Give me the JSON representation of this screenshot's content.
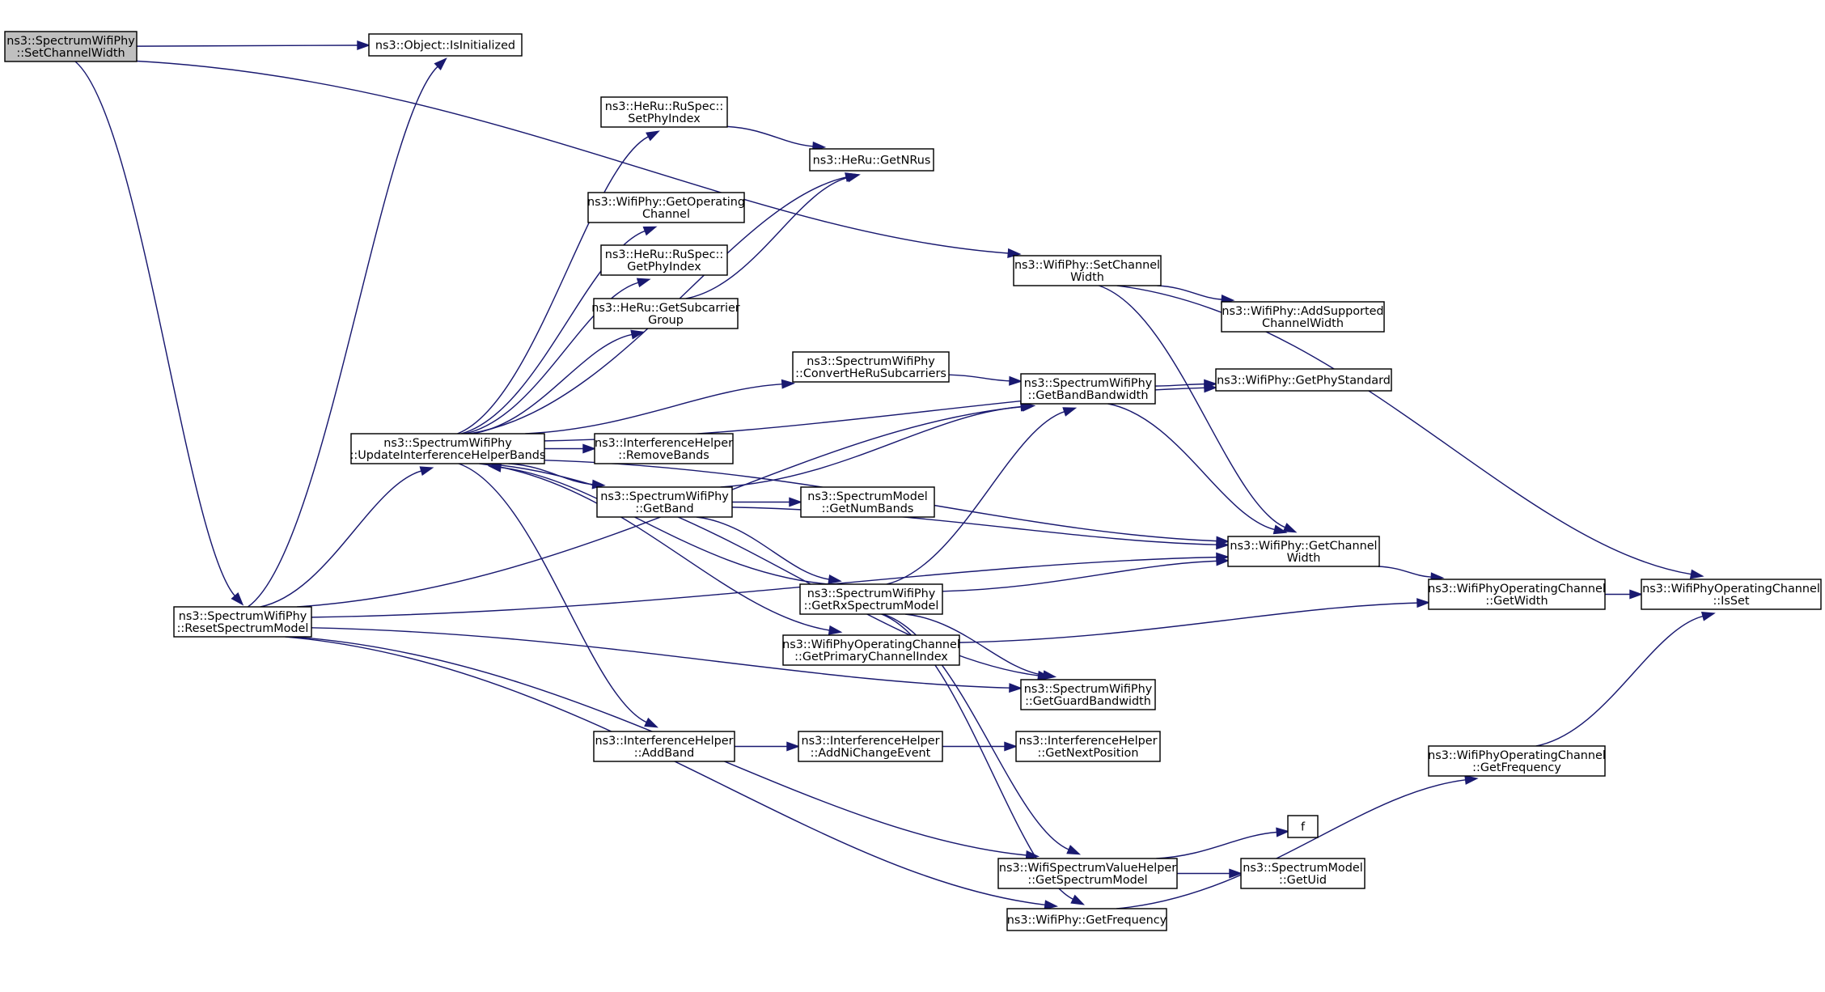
{
  "nodes": [
    {
      "id": "n0",
      "lines": [
        "ns3::SpectrumWifiPhy",
        "::SetChannelWidth"
      ],
      "root": true
    },
    {
      "id": "n1",
      "lines": [
        "ns3::Object::IsInitialized"
      ]
    },
    {
      "id": "n2",
      "lines": [
        "ns3::SpectrumWifiPhy",
        "::ResetSpectrumModel"
      ]
    },
    {
      "id": "n3",
      "lines": [
        "ns3::WifiPhy::SetChannel",
        "Width"
      ]
    },
    {
      "id": "n4",
      "lines": [
        "ns3::SpectrumWifiPhy",
        "::GetBandBandwidth"
      ]
    },
    {
      "id": "n5",
      "lines": [
        "ns3::WifiPhy::GetChannel",
        "Width"
      ]
    },
    {
      "id": "n6",
      "lines": [
        "ns3::SpectrumWifiPhy",
        "::GetGuardBandwidth"
      ]
    },
    {
      "id": "n7",
      "lines": [
        "ns3::WifiPhy::GetFrequency"
      ]
    },
    {
      "id": "n8",
      "lines": [
        "ns3::WifiSpectrumValueHelper",
        "::GetSpectrumModel"
      ]
    },
    {
      "id": "n9",
      "lines": [
        "ns3::SpectrumWifiPhy",
        "::UpdateInterferenceHelperBands"
      ]
    },
    {
      "id": "n10",
      "lines": [
        "ns3::WifiPhy::GetPhyStandard"
      ]
    },
    {
      "id": "n11",
      "lines": [
        "ns3::WifiPhyOperatingChannel",
        "::GetWidth"
      ]
    },
    {
      "id": "n12",
      "lines": [
        "ns3::WifiPhyOperatingChannel",
        "::IsSet"
      ]
    },
    {
      "id": "n13",
      "lines": [
        "ns3::WifiPhyOperatingChannel",
        "::GetFrequency"
      ]
    },
    {
      "id": "n14",
      "lines": [
        "f"
      ]
    },
    {
      "id": "n15",
      "lines": [
        "ns3::SpectrumModel",
        "::GetUid"
      ]
    },
    {
      "id": "n16",
      "lines": [
        "ns3::WifiPhy::AddSupported",
        "ChannelWidth"
      ]
    },
    {
      "id": "n17",
      "lines": [
        "ns3::InterferenceHelper",
        "::AddBand"
      ]
    },
    {
      "id": "n18",
      "lines": [
        "ns3::InterferenceHelper",
        "::AddNiChangeEvent"
      ]
    },
    {
      "id": "n19",
      "lines": [
        "ns3::InterferenceHelper",
        "::GetNextPosition"
      ]
    },
    {
      "id": "n20",
      "lines": [
        "ns3::SpectrumWifiPhy",
        "::ConvertHeRuSubcarriers"
      ]
    },
    {
      "id": "n21",
      "lines": [
        "ns3::SpectrumWifiPhy",
        "::GetBand"
      ]
    },
    {
      "id": "n22",
      "lines": [
        "ns3::SpectrumModel",
        "::GetNumBands"
      ]
    },
    {
      "id": "n23",
      "lines": [
        "ns3::HeRu::GetNRus"
      ]
    },
    {
      "id": "n24",
      "lines": [
        "ns3::HeRu::GetSubcarrier",
        "Group"
      ]
    },
    {
      "id": "n25",
      "lines": [
        "ns3::WifiPhy::GetOperating",
        "Channel"
      ]
    },
    {
      "id": "n26",
      "lines": [
        "ns3::WifiPhyOperatingChannel",
        "::GetPrimaryChannelIndex"
      ]
    },
    {
      "id": "n27",
      "lines": [
        "ns3::SpectrumWifiPhy",
        "::GetRxSpectrumModel"
      ]
    },
    {
      "id": "n28",
      "lines": [
        "ns3::InterferenceHelper",
        "::RemoveBands"
      ]
    },
    {
      "id": "n29",
      "lines": [
        "ns3::HeRu::RuSpec::",
        "GetPhyIndex"
      ]
    },
    {
      "id": "n30",
      "lines": [
        "ns3::HeRu::RuSpec::",
        "SetPhyIndex"
      ]
    }
  ],
  "edges": [
    {
      "from": "n0",
      "to": "n1"
    },
    {
      "from": "n0",
      "to": "n2"
    },
    {
      "from": "n0",
      "to": "n3"
    },
    {
      "from": "n2",
      "to": "n1"
    },
    {
      "from": "n2",
      "to": "n4"
    },
    {
      "from": "n2",
      "to": "n5"
    },
    {
      "from": "n2",
      "to": "n6"
    },
    {
      "from": "n2",
      "to": "n7"
    },
    {
      "from": "n2",
      "to": "n8"
    },
    {
      "from": "n2",
      "to": "n9"
    },
    {
      "from": "n4",
      "to": "n10"
    },
    {
      "from": "n4",
      "to": "n5"
    },
    {
      "from": "n5",
      "to": "n11"
    },
    {
      "from": "n11",
      "to": "n12"
    },
    {
      "from": "n7",
      "to": "n13"
    },
    {
      "from": "n13",
      "to": "n12"
    },
    {
      "from": "n8",
      "to": "n14"
    },
    {
      "from": "n8",
      "to": "n15"
    },
    {
      "from": "n9",
      "to": "n17"
    },
    {
      "from": "n17",
      "to": "n18"
    },
    {
      "from": "n18",
      "to": "n19"
    },
    {
      "from": "n9",
      "to": "n20"
    },
    {
      "from": "n20",
      "to": "n4"
    },
    {
      "from": "n9",
      "to": "n21"
    },
    {
      "from": "n21",
      "to": "n4"
    },
    {
      "from": "n21",
      "to": "n5"
    },
    {
      "from": "n21",
      "to": "n22"
    },
    {
      "from": "n21",
      "to": "n27"
    },
    {
      "from": "n9",
      "to": "n5"
    },
    {
      "from": "n9",
      "to": "n6"
    },
    {
      "from": "n9",
      "to": "n23"
    },
    {
      "from": "n9",
      "to": "n25"
    },
    {
      "from": "n9",
      "to": "n10"
    },
    {
      "from": "n9",
      "to": "n26"
    },
    {
      "from": "n26",
      "to": "n11"
    },
    {
      "from": "n9",
      "to": "n24"
    },
    {
      "from": "n24",
      "to": "n23"
    },
    {
      "from": "n9",
      "to": "n28"
    },
    {
      "from": "n9",
      "to": "n29"
    },
    {
      "from": "n9",
      "to": "n30"
    },
    {
      "from": "n30",
      "to": "n23"
    },
    {
      "from": "n27",
      "to": "n4"
    },
    {
      "from": "n27",
      "to": "n5"
    },
    {
      "from": "n27",
      "to": "n6"
    },
    {
      "from": "n27",
      "to": "n7"
    },
    {
      "from": "n27",
      "to": "n8"
    },
    {
      "from": "n27",
      "to": "n9"
    },
    {
      "from": "n3",
      "to": "n16"
    },
    {
      "from": "n3",
      "to": "n5"
    },
    {
      "from": "n3",
      "to": "n12"
    }
  ]
}
